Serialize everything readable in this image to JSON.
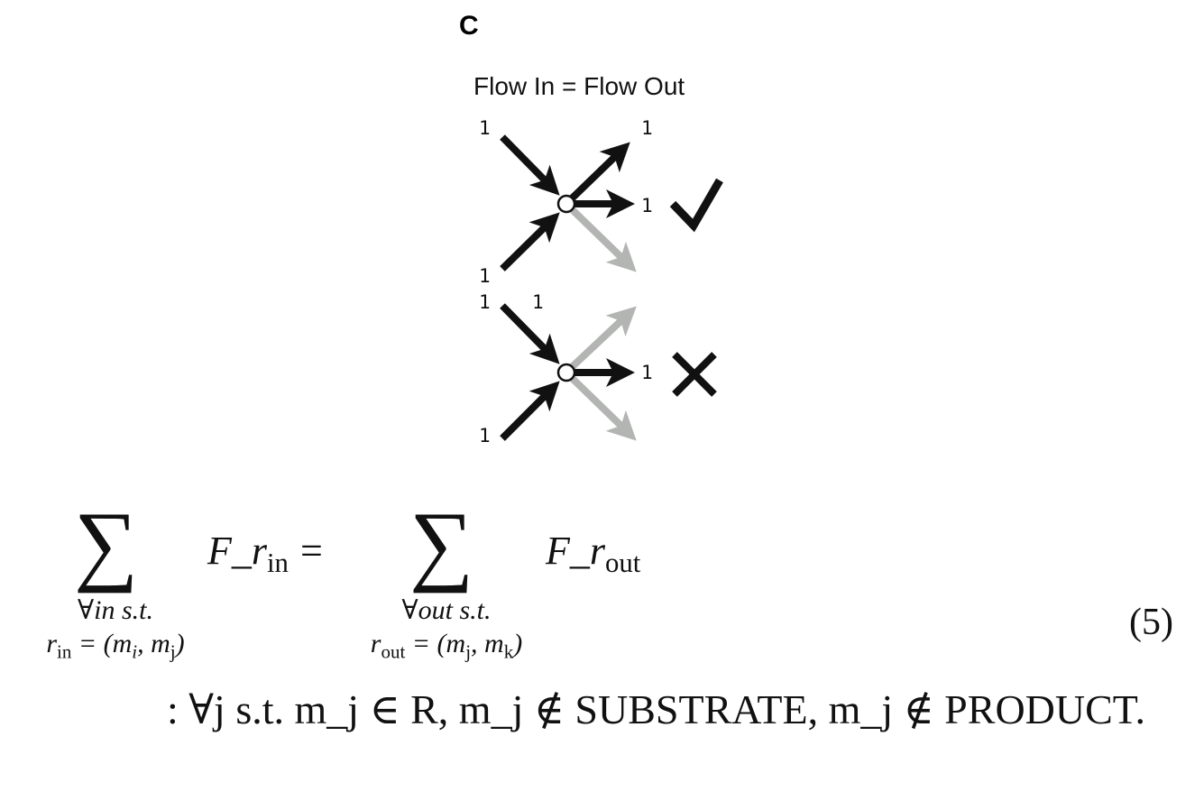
{
  "panel_label": "C",
  "diagram": {
    "title": "Flow In = Flow Out",
    "valid_case": {
      "labels": {
        "in_top": "1",
        "in_bottom": "1",
        "out_up": "1",
        "out_right": "1"
      },
      "verdict_icon": "check-mark"
    },
    "invalid_case": {
      "labels": {
        "in_top": "1",
        "in_bottom": "1",
        "out_up_removed": "1",
        "out_right": "1"
      },
      "verdict_icon": "x-mark"
    },
    "colors": {
      "active": "#111111",
      "inactive": "#b3b5b3"
    }
  },
  "equation": {
    "sum_symbol": "∑",
    "lhs_term": "F_r",
    "lhs_sub": "in",
    "equals": "=",
    "rhs_term": "F_r",
    "rhs_sub": "out",
    "lhs_cond1": "∀in s.t.",
    "lhs_cond2_r": "r",
    "lhs_cond2_sub": "in",
    "lhs_cond2_rest": " = (m",
    "lhs_m1_sub": "i",
    "lhs_mid": ", m",
    "lhs_m2_sub": "j",
    "lhs_end": ")",
    "rhs_cond1": "∀out s.t.",
    "rhs_cond2_r": "r",
    "rhs_cond2_sub": "out",
    "rhs_cond2_rest": " = (m",
    "rhs_m1_sub": "j",
    "rhs_mid": ", m",
    "rhs_m2_sub": "k",
    "rhs_end": ")",
    "number": "(5)",
    "constraint": ": ∀j  s.t.  m_j ∈ R, m_j ∉ SUBSTRATE, m_j ∉ PRODUCT."
  }
}
